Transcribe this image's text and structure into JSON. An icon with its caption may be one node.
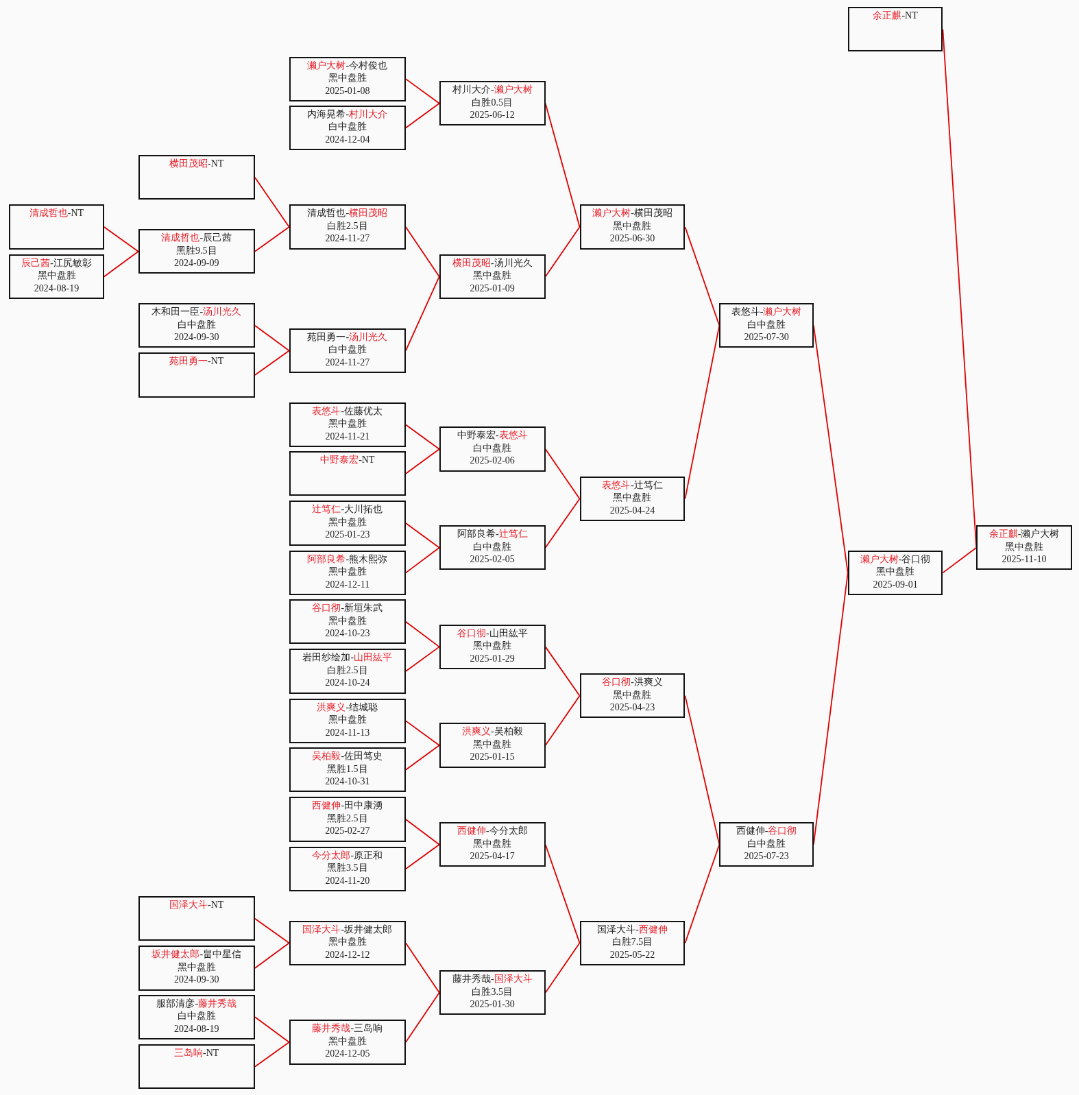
{
  "diagram": {
    "nodes": [
      {
        "text": [
          "**清成哲也**-NT"
        ]
      },
      {
        "text": [
          "**辰己茜**-江尻敏彰",
          "黑中盘胜",
          "2024-08-19"
        ]
      },
      {
        "text": [
          "**横田茂昭**-NT"
        ]
      },
      {
        "text": [
          "**清成哲也**-辰己茜",
          "黑胜9.5目",
          "2024-09-09"
        ]
      },
      {
        "text": [
          "木和田一臣-**汤川光久**",
          "白中盘胜",
          "2024-09-30"
        ]
      },
      {
        "text": [
          "**苑田勇一**-NT"
        ]
      },
      {
        "text": [
          "**国泽大斗**-NT"
        ]
      },
      {
        "text": [
          "**坂井健太郎**-畠中星信",
          "黑中盘胜",
          "2024-09-30"
        ]
      },
      {
        "text": [
          "服部清彦-**藤井秀哉**",
          "白中盘胜",
          "2024-08-19"
        ]
      },
      {
        "text": [
          "**三岛响**-NT"
        ]
      },
      {
        "text": [
          "**濑户大树**-今村俊也",
          "黑中盘胜",
          "2025-01-08"
        ]
      },
      {
        "text": [
          "内海晃希-**村川大介**",
          "白中盘胜",
          "2024-12-04"
        ]
      },
      {
        "text": [
          "清成哲也-**横田茂昭**",
          "白胜2.5目",
          "2024-11-27"
        ]
      },
      {
        "text": [
          "苑田勇一-**汤川光久**",
          "白中盘胜",
          "2024-11-27"
        ]
      },
      {
        "text": [
          "**表悠斗**-佐藤优太",
          "黑中盘胜",
          "2024-11-21"
        ]
      },
      {
        "text": [
          "**中野泰宏**-NT"
        ]
      },
      {
        "text": [
          "**辻笃仁**-大川拓也",
          "黑中盘胜",
          "2025-01-23"
        ]
      },
      {
        "text": [
          "**阿部良希**-熊木熙弥",
          "黑中盘胜",
          "2024-12-11"
        ]
      },
      {
        "text": [
          "**谷口彻**-新垣朱武",
          "黑中盘胜",
          "2024-10-23"
        ]
      },
      {
        "text": [
          "岩田纱绘加-**山田紘平**",
          "白胜2.5目",
          "2024-10-24"
        ]
      },
      {
        "text": [
          "**洪爽义**-结城聪",
          "黑中盘胜",
          "2024-11-13"
        ]
      },
      {
        "text": [
          "**吴柏毅**-佐田笃史",
          "黑胜1.5目",
          "2024-10-31"
        ]
      },
      {
        "text": [
          "**西健伸**-田中康湧",
          "黑胜2.5目",
          "2025-02-27"
        ]
      },
      {
        "text": [
          "**今分太郎**-原正和",
          "黑胜3.5目",
          "2024-11-20"
        ]
      },
      {
        "text": [
          "**国泽大斗**-坂井健太郎",
          "黑中盘胜",
          "2024-12-12"
        ]
      },
      {
        "text": [
          "**藤井秀哉**-三岛响",
          "黑中盘胜",
          "2024-12-05"
        ]
      },
      {
        "text": [
          "村川大介-**濑户大树**",
          "白胜0.5目",
          "2025-06-12"
        ]
      },
      {
        "text": [
          "**横田茂昭**-汤川光久",
          "黑中盘胜",
          "2025-01-09"
        ]
      },
      {
        "text": [
          "中野泰宏-**表悠斗**",
          "白中盘胜",
          "2025-02-06"
        ]
      },
      {
        "text": [
          "阿部良希-**辻笃仁**",
          "白中盘胜",
          "2025-02-05"
        ]
      },
      {
        "text": [
          "**谷口彻**-山田紘平",
          "黑中盘胜",
          "2025-01-29"
        ]
      },
      {
        "text": [
          "**洪爽义**-吴柏毅",
          "黑中盘胜",
          "2025-01-15"
        ]
      },
      {
        "text": [
          "**西健伸**-今分太郎",
          "黑中盘胜",
          "2025-04-17"
        ]
      },
      {
        "text": [
          "藤井秀哉-**国泽大斗**",
          "白胜3.5目",
          "2025-01-30"
        ]
      },
      {
        "text": [
          "**濑户大树**-横田茂昭",
          "黑中盘胜",
          "2025-06-30"
        ]
      },
      {
        "text": [
          "**表悠斗**-辻笃仁",
          "黑中盘胜",
          "2025-04-24"
        ]
      },
      {
        "text": [
          "**谷口彻**-洪爽义",
          "黑中盘胜",
          "2025-04-23"
        ]
      },
      {
        "text": [
          "国泽大斗-**西健伸**",
          "白胜7.5目",
          "2025-05-22"
        ]
      },
      {
        "text": [
          "表悠斗-**濑户大树**",
          "白中盘胜",
          "2025-07-30"
        ]
      },
      {
        "text": [
          "西健伸-**谷口彻**",
          "白中盘胜",
          "2025-07-23"
        ]
      },
      {
        "text": [
          "**余正麒**-NT"
        ]
      },
      {
        "text": [
          "**濑户大树**-谷口彻",
          "黑中盘胜",
          "2025-09-01"
        ]
      },
      {
        "text": [
          "**余正麒**-濑户大树",
          "黑中盘胜",
          "2025-11-10"
        ]
      }
    ],
    "edges": [
      {
        "from": 0,
        "to": 3,
        "arrow": "none"
      },
      {
        "from": 1,
        "to": 3,
        "arrow": "none"
      },
      {
        "from": 2,
        "to": 12,
        "arrow": "none"
      },
      {
        "from": 3,
        "to": 12,
        "arrow": "none"
      },
      {
        "from": 4,
        "to": 13,
        "arrow": "none"
      },
      {
        "from": 5,
        "to": 13,
        "arrow": "none"
      },
      {
        "from": 6,
        "to": 24,
        "arrow": "none"
      },
      {
        "from": 7,
        "to": 24,
        "arrow": "none"
      },
      {
        "from": 8,
        "to": 25,
        "arrow": "none"
      },
      {
        "from": 9,
        "to": 25,
        "arrow": "none"
      },
      {
        "from": 10,
        "to": 26,
        "arrow": "none"
      },
      {
        "from": 11,
        "to": 26,
        "arrow": "none"
      },
      {
        "from": 12,
        "to": 27,
        "arrow": "none"
      },
      {
        "from": 13,
        "to": 27,
        "arrow": "none"
      },
      {
        "from": 14,
        "to": 28,
        "arrow": "none"
      },
      {
        "from": 15,
        "to": 28,
        "arrow": "none"
      },
      {
        "from": 16,
        "to": 29,
        "arrow": "none"
      },
      {
        "from": 17,
        "to": 29,
        "arrow": "none"
      },
      {
        "from": 18,
        "to": 30,
        "arrow": "none"
      },
      {
        "from": 19,
        "to": 30,
        "arrow": "none"
      },
      {
        "from": 20,
        "to": 31,
        "arrow": "none"
      },
      {
        "from": 21,
        "to": 31,
        "arrow": "none"
      },
      {
        "from": 22,
        "to": 32,
        "arrow": "none"
      },
      {
        "from": 23,
        "to": 32,
        "arrow": "none"
      },
      {
        "from": 24,
        "to": 33,
        "arrow": "none"
      },
      {
        "from": 25,
        "to": 33,
        "arrow": "none"
      },
      {
        "from": 26,
        "to": 34,
        "arrow": "none"
      },
      {
        "from": 27,
        "to": 34,
        "arrow": "none"
      },
      {
        "from": 28,
        "to": 35,
        "arrow": "none"
      },
      {
        "from": 29,
        "to": 35,
        "arrow": "none"
      },
      {
        "from": 30,
        "to": 36,
        "arrow": "none"
      },
      {
        "from": 31,
        "to": 36,
        "arrow": "none"
      },
      {
        "from": 32,
        "to": 37,
        "arrow": "none"
      },
      {
        "from": 33,
        "to": 37,
        "arrow": "none"
      },
      {
        "from": 34,
        "to": 38,
        "arrow": "none"
      },
      {
        "from": 35,
        "to": 38,
        "arrow": "none"
      },
      {
        "from": 36,
        "to": 39,
        "arrow": "none"
      },
      {
        "from": 37,
        "to": 39,
        "arrow": "none"
      },
      {
        "from": 38,
        "to": 41,
        "arrow": "none"
      },
      {
        "from": 39,
        "to": 41,
        "arrow": "none"
      },
      {
        "from": 40,
        "to": 42,
        "arrow": "none"
      },
      {
        "from": 41,
        "to": 42,
        "arrow": "none"
      }
    ]
  }
}
